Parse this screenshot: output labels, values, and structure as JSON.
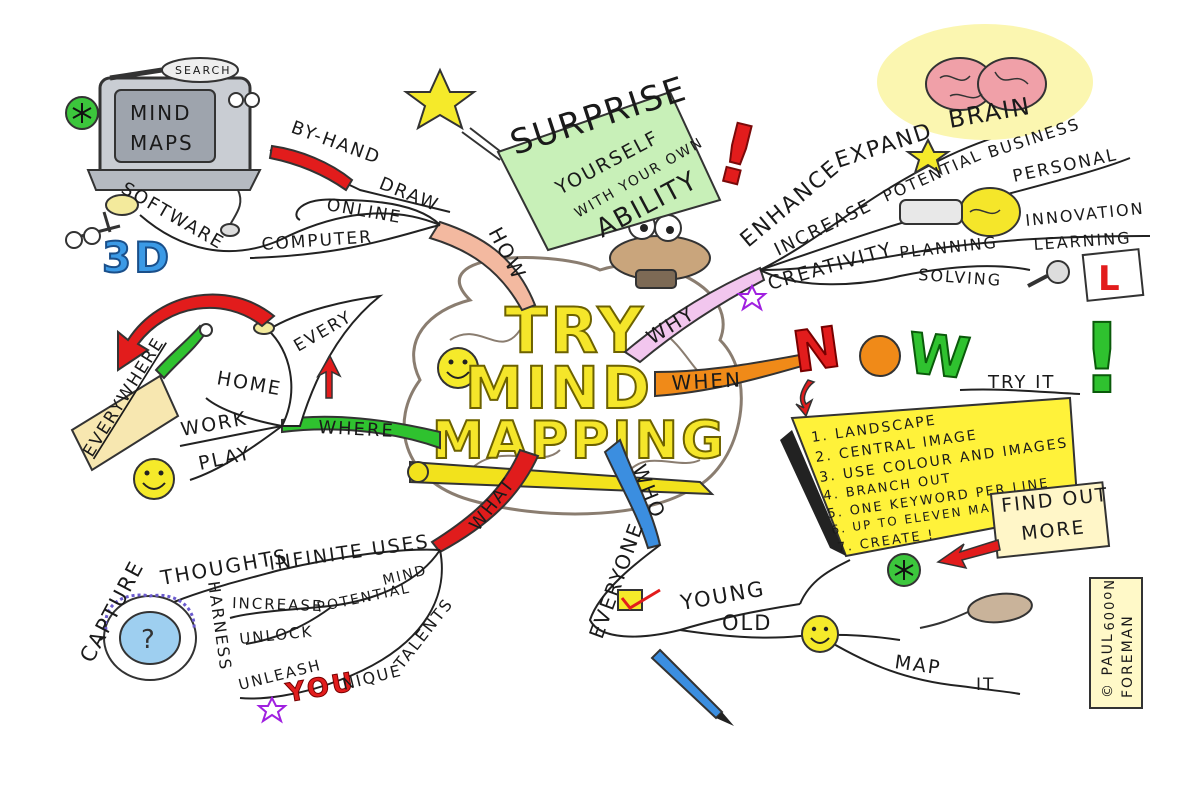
{
  "title": {
    "line1": "TRY",
    "line2": "MIND",
    "line3": "MAPPING"
  },
  "branches": {
    "how": "HOW",
    "why": "WHY",
    "when": "WHEN",
    "who": "WHO",
    "what": "WHAT",
    "where": "WHERE"
  },
  "how_branch": {
    "search": "SEARCH",
    "screen_line1": "MIND",
    "screen_line2": "MAPS",
    "by_hand": "BY-HAND",
    "draw": "DRAW",
    "online": "ONLINE",
    "software": "SOFTWARE",
    "computer": "COMPUTER",
    "three_d": "3D"
  },
  "surprise_note": {
    "line1": "SURPRISE",
    "line2": "YOURSELF",
    "line3": "WITH YOUR OWN",
    "line4": "ABILITY",
    "mark": "!"
  },
  "why_branch": {
    "enhance": "ENHANCE",
    "expand": "EXPAND",
    "brain": "BRAIN",
    "increase": "INCREASE",
    "potential": "POTENTIAL",
    "business": "BUSINESS",
    "personal": "PERSONAL",
    "innovation": "INNOVATION",
    "learning": "LEARNING",
    "creativity": "CREATIVITY",
    "planning": "PLANNING",
    "solving": "SOLVING",
    "learner_plate": "L"
  },
  "when_branch": {
    "now_n": "N",
    "now_w": "W",
    "try_it": "TRY IT",
    "exclaim": "!",
    "steps": [
      "1. LANDSCAPE",
      "2. CENTRAL IMAGE",
      "3. USE COLOUR AND IMAGES",
      "4. BRANCH OUT",
      "5. ONE KEYWORD PER LINE",
      "6. UP TO ELEVEN MAIN BRANCHES",
      "7. CREATE !"
    ],
    "find_out_line1": "FIND OUT",
    "find_out_line2": "MORE"
  },
  "where_branch": {
    "every": "EVERY",
    "everywhere": "EVERYWHERE",
    "home": "HOME",
    "work": "WORK",
    "play": "PLAY"
  },
  "what_branch": {
    "capture": "CAPTURE",
    "thoughts": "THOUGHTS",
    "infinite_uses": "INFINITE USES",
    "harness": "HARNESS",
    "increase": "INCREASE",
    "potential": "POTENTIAL",
    "mind": "MIND",
    "unlock": "UNLOCK",
    "unleash": "UNLEASH",
    "you": "YOU",
    "nique": "NIQUE",
    "talents": "TALENTS"
  },
  "who_branch": {
    "everyone": "EVERYONE",
    "young": "YOUNG",
    "old": "OLD",
    "map": "MAP",
    "it": "IT"
  },
  "signature": {
    "number": "No009",
    "author_line1": "© PAUL",
    "author_line2": "FOREMAN"
  },
  "colors": {
    "how": "#f3b9a0",
    "why": "#f2c6ee",
    "when": "#f08a18",
    "who": "#3b8ee0",
    "what": "#e01c1c",
    "where": "#2fc22f",
    "title": "#f5e62a",
    "note_green": "#c8f0b8",
    "note_yellow": "#fff23a",
    "red": "#e21c1c"
  }
}
